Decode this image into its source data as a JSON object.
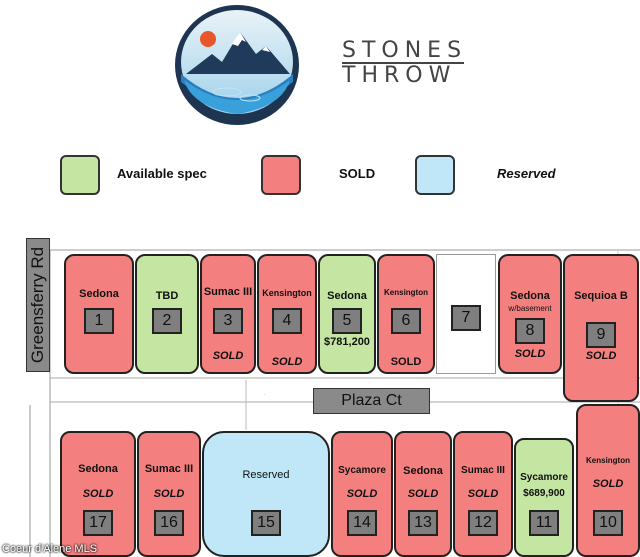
{
  "brand": {
    "line1": "STONES",
    "line2": "THROW"
  },
  "legend": [
    {
      "label": "Available spec",
      "color": "#c4e6a2",
      "style": "bold"
    },
    {
      "label": "SOLD",
      "color": "#f47f7f",
      "style": "bold"
    },
    {
      "label": "Reserved",
      "color": "#bfe7f8",
      "style": "italic"
    }
  ],
  "roads": {
    "greensferry": "Greensferry Rd",
    "plaza": "Plaza Ct"
  },
  "lots": [
    {
      "num": "1",
      "name": "Sedona",
      "status": "",
      "price": ""
    },
    {
      "num": "2",
      "name": "TBD",
      "status": "",
      "price": ""
    },
    {
      "num": "3",
      "name": "Sumac III",
      "status": "SOLD",
      "price": ""
    },
    {
      "num": "4",
      "name": "Kensington",
      "status": "SOLD",
      "price": ""
    },
    {
      "num": "5",
      "name": "Sedona",
      "status": "",
      "price": "$781,200"
    },
    {
      "num": "6",
      "name": "Kensington",
      "status": "SOLD",
      "price": ""
    },
    {
      "num": "7",
      "name": "",
      "status": "",
      "price": ""
    },
    {
      "num": "8",
      "name": "Sedona",
      "sub": "w/basement",
      "status": "SOLD",
      "price": ""
    },
    {
      "num": "9",
      "name": "Sequioa B",
      "status": "SOLD",
      "price": ""
    },
    {
      "num": "10",
      "name": "Kensington",
      "status": "SOLD",
      "price": ""
    },
    {
      "num": "11",
      "name": "Sycamore",
      "status": "",
      "price": "$689,900"
    },
    {
      "num": "12",
      "name": "Sumac III",
      "status": "SOLD",
      "price": ""
    },
    {
      "num": "13",
      "name": "Sedona",
      "status": "SOLD",
      "price": ""
    },
    {
      "num": "14",
      "name": "Sycamore",
      "status": "SOLD",
      "price": ""
    },
    {
      "num": "15",
      "name": "Reserved",
      "status": "",
      "price": ""
    },
    {
      "num": "16",
      "name": "Sumac III",
      "status": "SOLD",
      "price": ""
    },
    {
      "num": "17",
      "name": "Sedona",
      "status": "SOLD",
      "price": ""
    }
  ],
  "watermark": "Coeur d'Alene MLS"
}
